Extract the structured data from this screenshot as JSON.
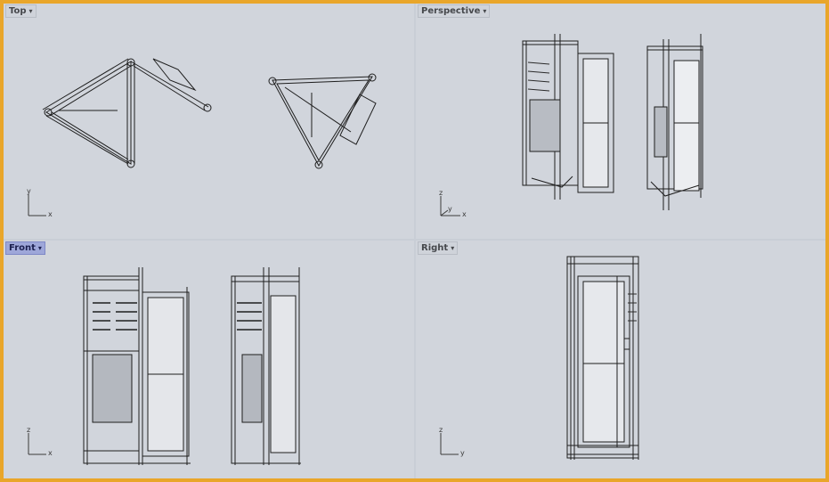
{
  "viewports": {
    "top": {
      "label": "Top",
      "caret": "▾",
      "axis_v": "y",
      "axis_h": "x"
    },
    "persp": {
      "label": "Perspective",
      "caret": "▾",
      "axis_v": "z",
      "axis_h": "x",
      "axis_d": "y"
    },
    "front": {
      "label": "Front",
      "caret": "▾",
      "axis_v": "z",
      "axis_h": "x"
    },
    "right": {
      "label": "Right",
      "caret": "▾",
      "axis_v": "z",
      "axis_h": "y"
    }
  },
  "colors": {
    "frame": "#e9a62a",
    "viewport_bg": "#d1d5dc",
    "active_label": "#9ea7d9",
    "line": "#1e1e1e"
  }
}
